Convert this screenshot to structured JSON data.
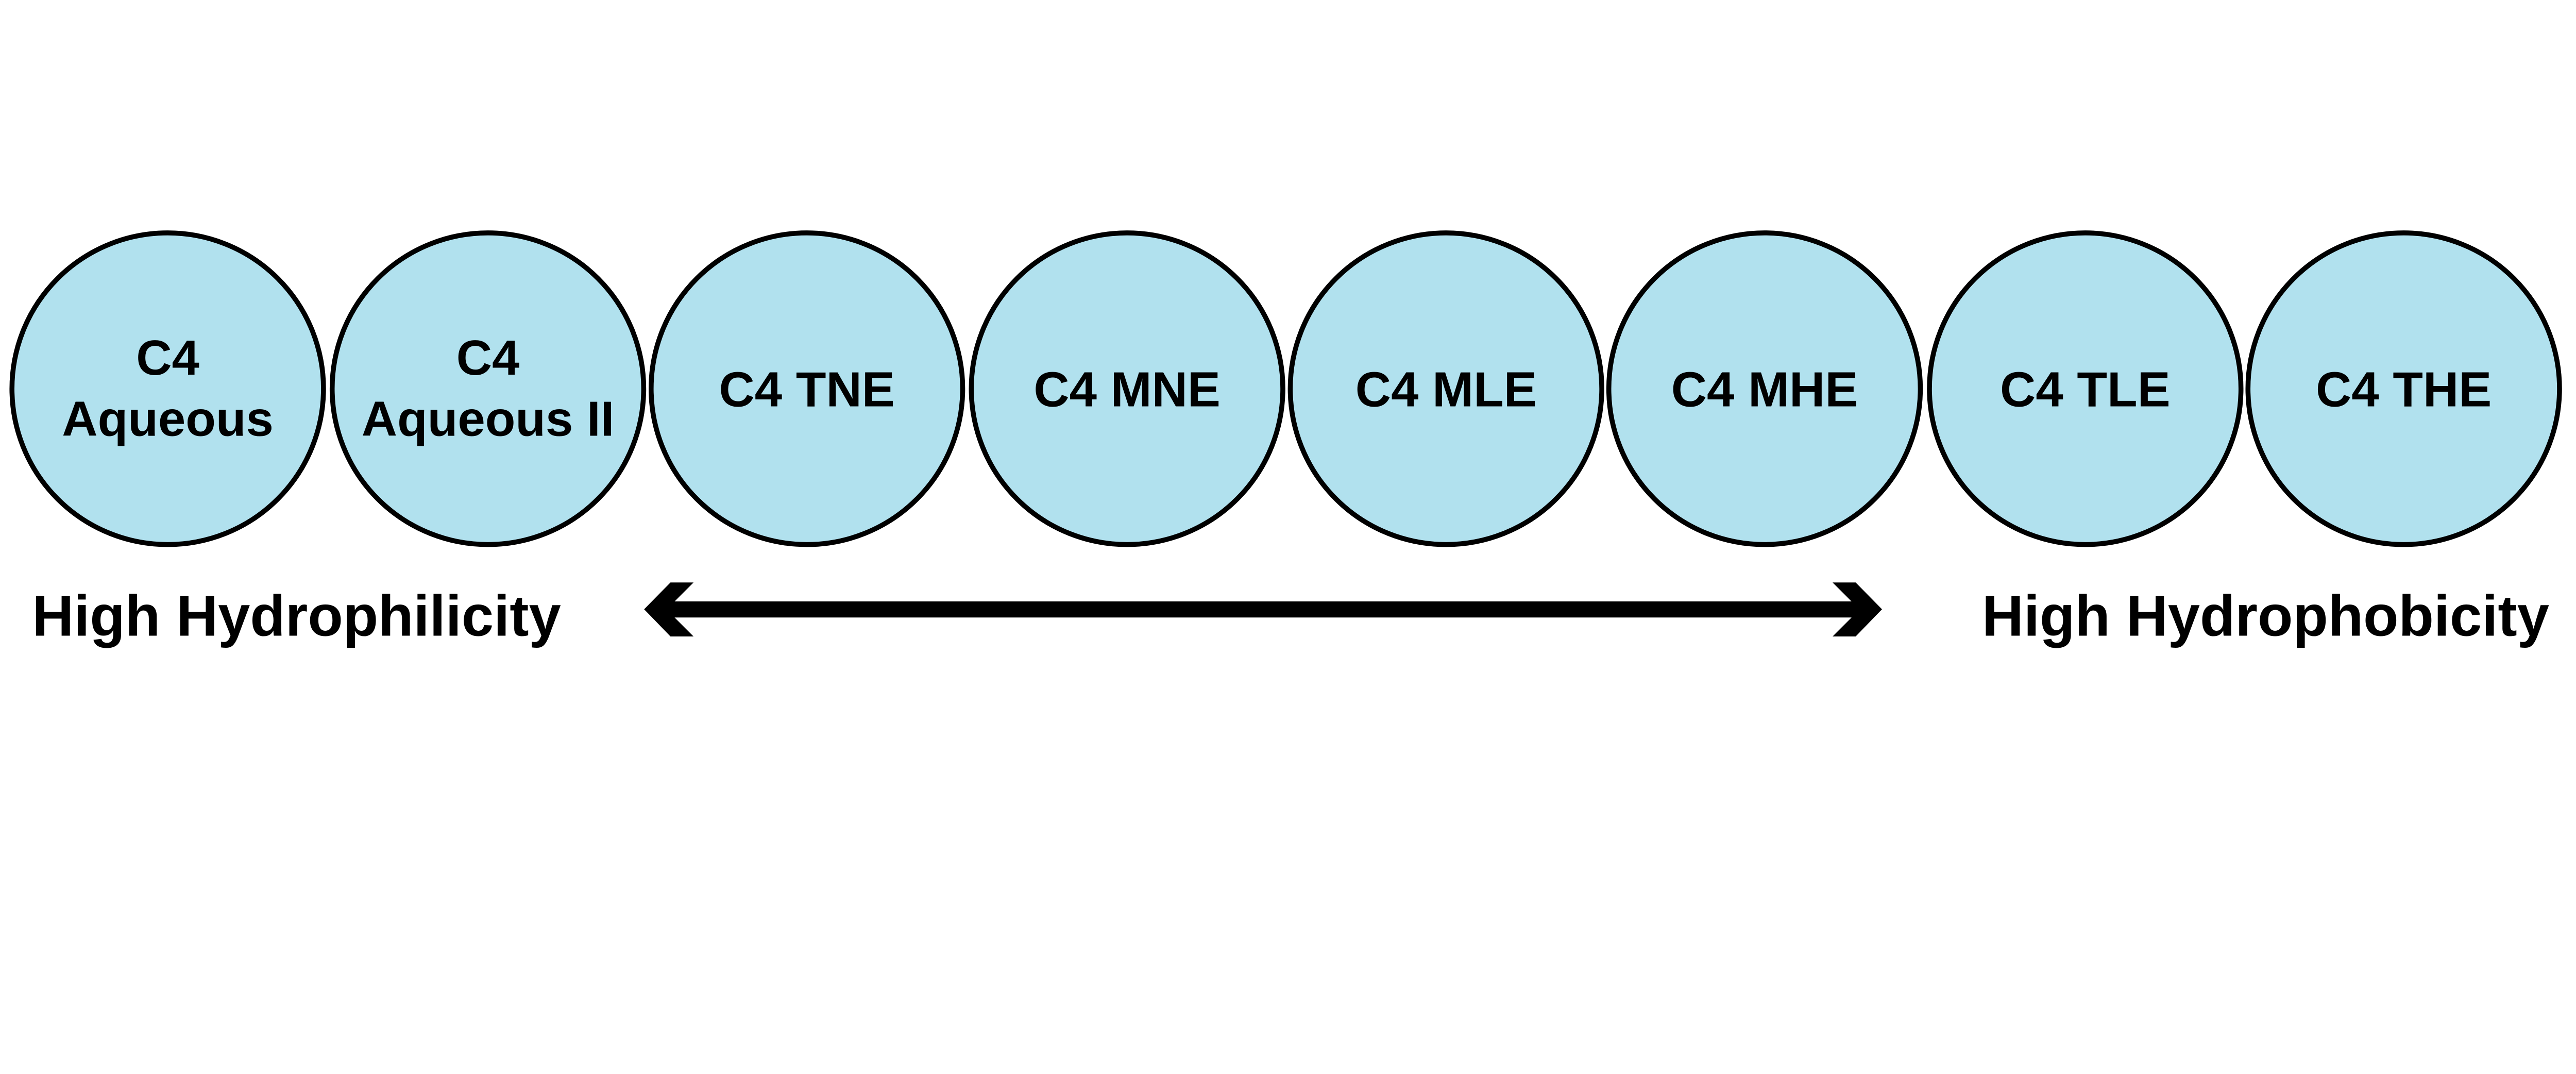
{
  "colors": {
    "circle_fill": "#b1e1ee",
    "outline": "#000000",
    "background": "#ffffff"
  },
  "items": [
    {
      "lines": [
        "C4",
        "Aqueous"
      ]
    },
    {
      "lines": [
        "C4",
        "Aqueous II"
      ]
    },
    {
      "lines": [
        "C4 TNE"
      ]
    },
    {
      "lines": [
        "C4 MNE"
      ]
    },
    {
      "lines": [
        "C4 MLE"
      ]
    },
    {
      "lines": [
        "C4 MHE"
      ]
    },
    {
      "lines": [
        "C4 TLE"
      ]
    },
    {
      "lines": [
        "C4 THE"
      ]
    }
  ],
  "scale": {
    "left_label": "High Hydrophilicity",
    "right_label": "High Hydrophobicity",
    "arrow": "double-headed-arrow"
  }
}
